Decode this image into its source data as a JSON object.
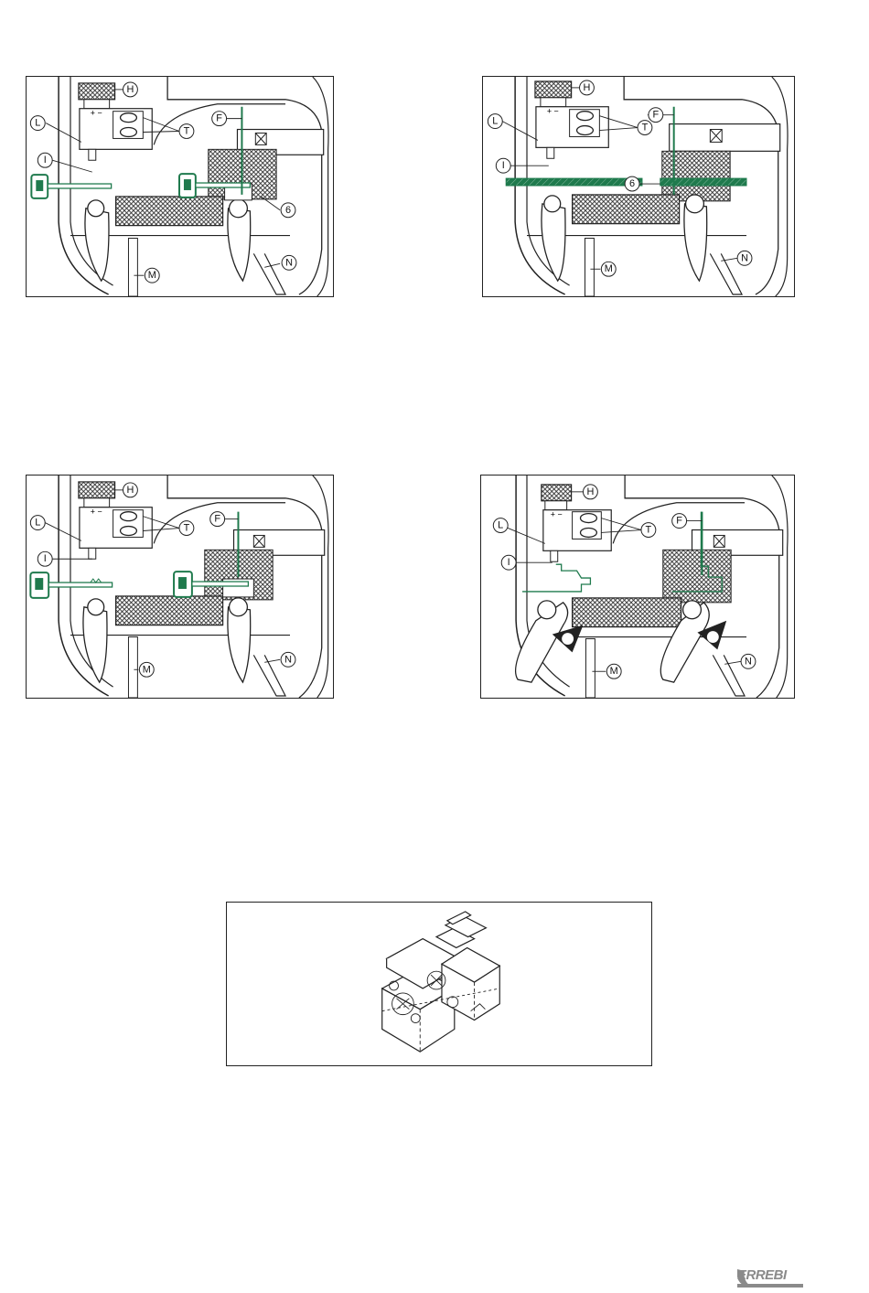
{
  "figures": [
    {
      "id": "fig1",
      "labels": [
        "H",
        "L",
        "T",
        "F",
        "I",
        "6",
        "M",
        "N"
      ]
    },
    {
      "id": "fig2",
      "labels": [
        "H",
        "L",
        "T",
        "F",
        "I",
        "6",
        "M",
        "N"
      ]
    },
    {
      "id": "fig3",
      "labels": [
        "H",
        "L",
        "T",
        "F",
        "I",
        "M",
        "N"
      ]
    },
    {
      "id": "fig4",
      "labels": [
        "H",
        "L",
        "T",
        "F",
        "I",
        "M",
        "N"
      ]
    }
  ],
  "colors": {
    "accent_green": "#1f7a4d",
    "line": "#222222"
  },
  "brand": {
    "name": "ERREBI"
  }
}
